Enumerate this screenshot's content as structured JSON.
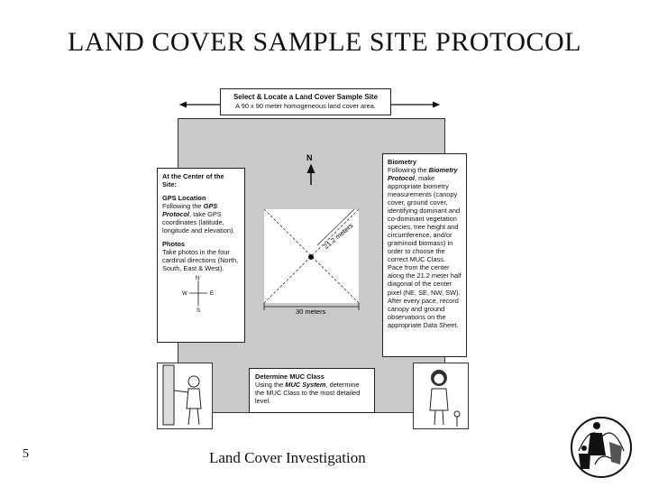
{
  "title": "LAND COVER SAMPLE SITE PROTOCOL",
  "top_box": {
    "heading": "Select & Locate a Land Cover Sample Site",
    "text": "A 90 x 90 meter homogeneous land cover area."
  },
  "left_box": {
    "heading1": "At the Center of the Site:",
    "heading2": "GPS Location",
    "line1": "Following the",
    "protocol": "GPS Protocol",
    "line2": ", take GPS coordinates (latitude, longitude and elevation).",
    "heading3": "Photos",
    "photos_text": "Take photos in the four cardinal directions (North, South, East & West).",
    "compass": {
      "n": "N",
      "s": "S",
      "e": "E",
      "w": "W"
    }
  },
  "right_box": {
    "heading": "Biometry",
    "line1": "Following the",
    "protocol": "Biometry Protocol",
    "text": ", make appropriate biometry measurements (canopy cover, ground cover, identifying dominant and co-dominant vegetation species, tree height and circumference, and/or graminoid biomass) in order to choose the correct MUC Class. Pace from the center along the 21.2 meter half diagonal of the center pixel (NE, SE, NW, SW). After every pace, record canopy and ground observations on the appropriate Data Sheet."
  },
  "bottom_box": {
    "heading": "Determine MUC Class",
    "line1": "Using the",
    "system": "MUC System",
    "text": ", determine the MUC Class to the most detailed level."
  },
  "diagram": {
    "north_label": "N",
    "diagonal_label": "21.2 meters",
    "width_label": "30 meters"
  },
  "footer": {
    "page_number": "5",
    "text": "Land Cover Investigation"
  }
}
